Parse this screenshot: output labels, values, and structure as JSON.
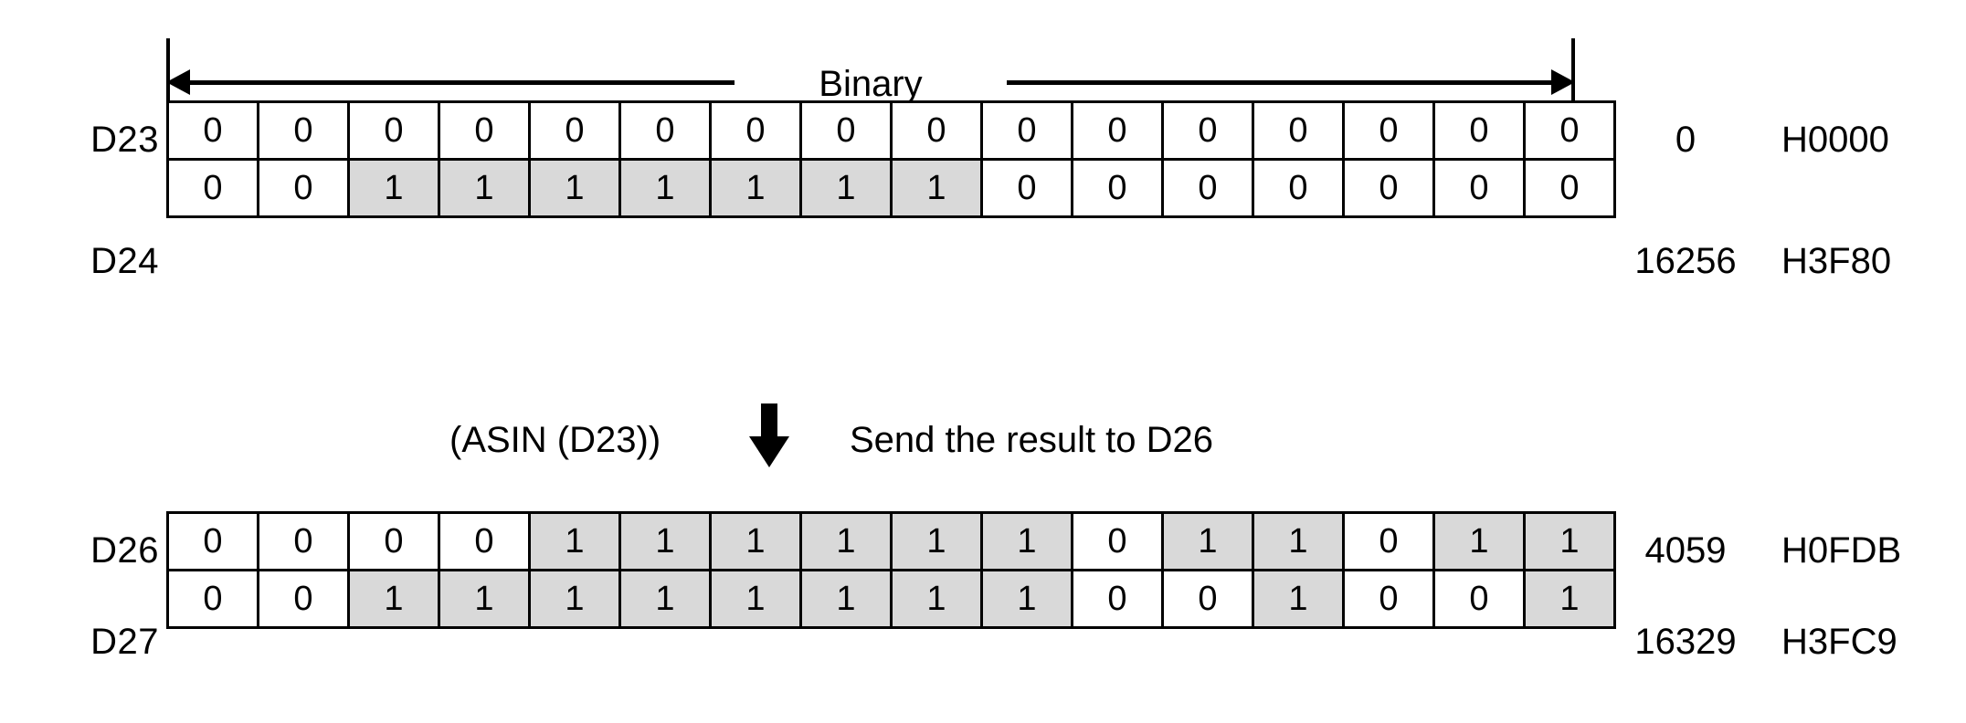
{
  "header": {
    "binary_label": "Binary"
  },
  "top_table": {
    "rows": [
      {
        "label": "D23",
        "bits": [
          "0",
          "0",
          "0",
          "0",
          "0",
          "0",
          "0",
          "0",
          "0",
          "0",
          "0",
          "0",
          "0",
          "0",
          "0",
          "0"
        ],
        "shaded": [
          false,
          false,
          false,
          false,
          false,
          false,
          false,
          false,
          false,
          false,
          false,
          false,
          false,
          false,
          false,
          false
        ],
        "decimal": "0",
        "hex": "H0000"
      },
      {
        "label": "D24",
        "bits": [
          "0",
          "0",
          "1",
          "1",
          "1",
          "1",
          "1",
          "1",
          "1",
          "0",
          "0",
          "0",
          "0",
          "0",
          "0",
          "0"
        ],
        "shaded": [
          false,
          false,
          true,
          true,
          true,
          true,
          true,
          true,
          true,
          false,
          false,
          false,
          false,
          false,
          false,
          false
        ],
        "decimal": "16256",
        "hex": "H3F80"
      }
    ]
  },
  "middle": {
    "function_text": "(ASIN (D23))",
    "arrow_icon": "down-arrow-icon",
    "instruction_text": "Send the result to D26"
  },
  "bottom_table": {
    "rows": [
      {
        "label": "D26",
        "bits": [
          "0",
          "0",
          "0",
          "0",
          "1",
          "1",
          "1",
          "1",
          "1",
          "1",
          "0",
          "1",
          "1",
          "0",
          "1",
          "1"
        ],
        "shaded": [
          false,
          false,
          false,
          false,
          true,
          true,
          true,
          true,
          true,
          true,
          false,
          true,
          true,
          false,
          true,
          true
        ],
        "decimal": "4059",
        "hex": "H0FDB"
      },
      {
        "label": "D27",
        "bits": [
          "0",
          "0",
          "1",
          "1",
          "1",
          "1",
          "1",
          "1",
          "1",
          "1",
          "0",
          "0",
          "1",
          "0",
          "0",
          "1"
        ],
        "shaded": [
          false,
          false,
          true,
          true,
          true,
          true,
          true,
          true,
          true,
          true,
          false,
          false,
          true,
          false,
          false,
          true
        ],
        "decimal": "16329",
        "hex": "H3FC9"
      }
    ]
  },
  "colors": {
    "shaded_cell": "#d9d9d9",
    "border": "#000000",
    "background": "#ffffff"
  }
}
